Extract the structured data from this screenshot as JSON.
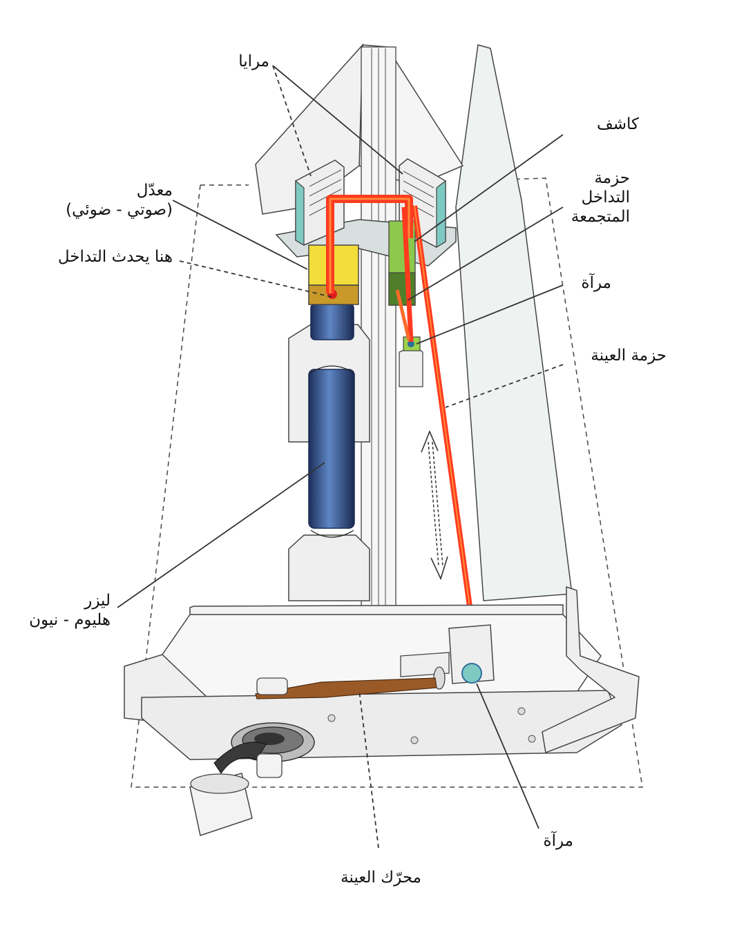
{
  "colors": {
    "beam": "#ff3b1f",
    "beam_core": "#ff8a3a",
    "laser_tube": "#2b4a86",
    "frame": "#f1f1f1",
    "wedge": "#eef3f1",
    "modulator": "#f2dd3a",
    "detector": "#8cc84b",
    "mirror_face": "#7fc9c3",
    "leader": "#333333"
  },
  "labels": {
    "mirrors": "مرايا",
    "detector": "كاشف",
    "combined_beam": [
      "حزمة",
      "التداخل",
      "المتجمعة"
    ],
    "modulator": [
      "معدّل",
      "(صوتي - ضوئي)"
    ],
    "interference_here": "هنا يحدث التداخل",
    "mirror_upper": "مرآة",
    "sample_beam": "حزمة العينة",
    "laser": [
      "ليزر",
      "هليوم - نيون"
    ],
    "mirror_lower": "مرآة",
    "sample_motor": "محرّك العينة"
  }
}
